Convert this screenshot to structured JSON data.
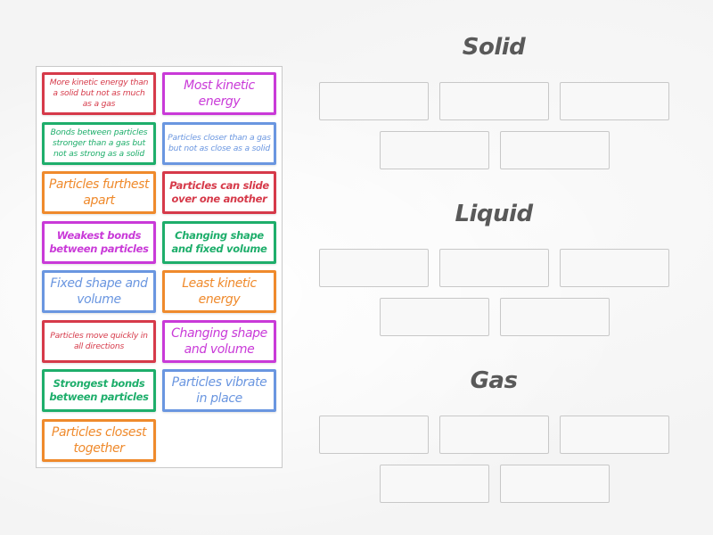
{
  "colors": {
    "red": "#d63a4a",
    "magenta": "#c93ad8",
    "green": "#1eae6b",
    "blue": "#6a96e0",
    "orange": "#ef8a2c"
  },
  "cards": [
    {
      "id": "more-kinetic-energy",
      "text": "More kinetic energy than a solid but not as much as a gas",
      "color": "#d63a4a",
      "size": "small"
    },
    {
      "id": "most-kinetic-energy",
      "text": "Most kinetic energy",
      "color": "#c93ad8",
      "size": "large"
    },
    {
      "id": "bonds-between-particles",
      "text": "Bonds between particles stronger than a gas but not as strong as a solid",
      "color": "#1eae6b",
      "size": "small"
    },
    {
      "id": "particles-closer",
      "text": "Particles closer than a gas but not as close as a solid",
      "color": "#6a96e0",
      "size": "small"
    },
    {
      "id": "particles-furthest-apart",
      "text": "Particles furthest apart",
      "color": "#ef8a2c",
      "size": "large"
    },
    {
      "id": "particles-can-slide",
      "text": "Particles can slide over one another",
      "color": "#d63a4a",
      "size": "medium"
    },
    {
      "id": "weakest-bonds",
      "text": "Weakest bonds between particles",
      "color": "#c93ad8",
      "size": "medium"
    },
    {
      "id": "changing-shape-fixed-volume",
      "text": "Changing shape and fixed volume",
      "color": "#1eae6b",
      "size": "medium"
    },
    {
      "id": "fixed-shape-and-volume",
      "text": "Fixed shape and volume",
      "color": "#6a96e0",
      "size": "large"
    },
    {
      "id": "least-kinetic-energy",
      "text": "Least kinetic energy",
      "color": "#ef8a2c",
      "size": "large"
    },
    {
      "id": "particles-move-quickly",
      "text": "Particles move quickly in all directions",
      "color": "#d63a4a",
      "size": "small"
    },
    {
      "id": "changing-shape-and-volume",
      "text": "Changing shape and volume",
      "color": "#c93ad8",
      "size": "large"
    },
    {
      "id": "strongest-bonds",
      "text": "Strongest bonds between particles",
      "color": "#1eae6b",
      "size": "medium"
    },
    {
      "id": "particles-vibrate",
      "text": "Particles vibrate in place",
      "color": "#6a96e0",
      "size": "large"
    },
    {
      "id": "particles-closest-together",
      "text": "Particles closest together",
      "color": "#ef8a2c",
      "size": "large"
    }
  ],
  "groups": [
    {
      "id": "solid",
      "title": "Solid",
      "slot_count": 5
    },
    {
      "id": "liquid",
      "title": "Liquid",
      "slot_count": 5
    },
    {
      "id": "gas",
      "title": "Gas",
      "slot_count": 5
    }
  ]
}
